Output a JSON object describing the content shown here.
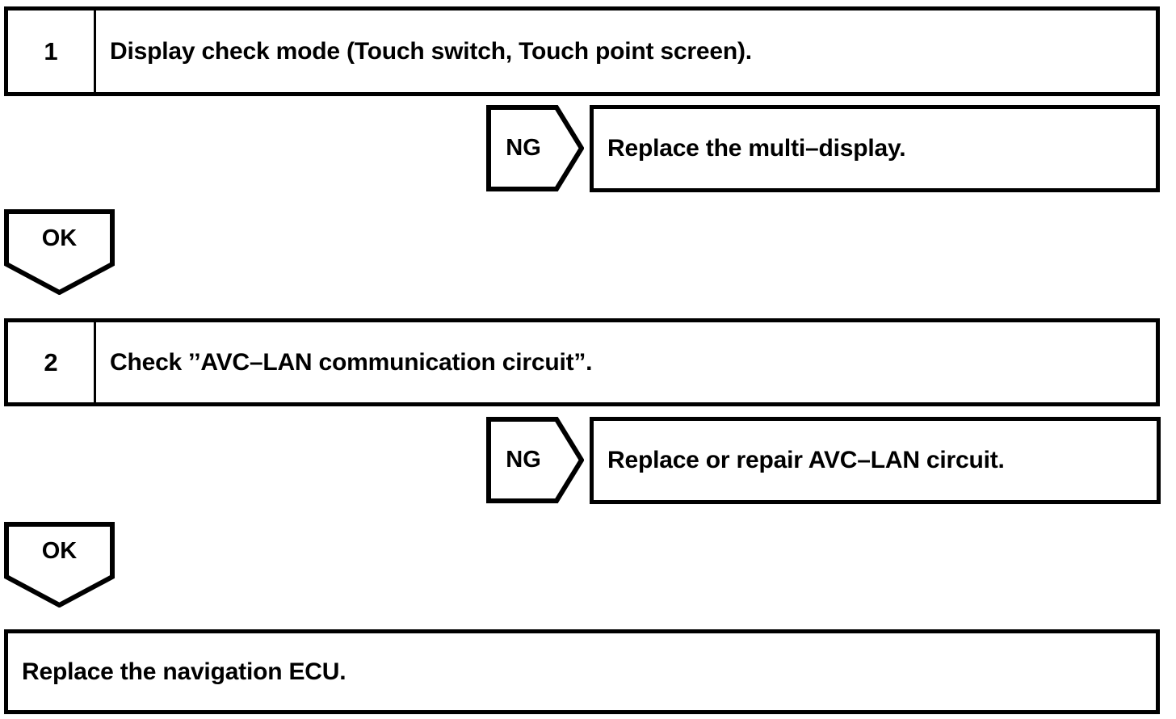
{
  "document": {
    "kind": "troubleshooting-flowchart",
    "title": "Display / AVC-LAN troubleshooting sequence"
  },
  "colors": {
    "background": "#ffffff",
    "line": "#000000",
    "text": "#000000"
  },
  "steps": [
    {
      "number": "1",
      "text": "Display check mode (Touch switch, Touch point screen)."
    },
    {
      "number": "2",
      "text": "Check ’’AVC–LAN communication circuit”."
    }
  ],
  "branches": [
    {
      "label": "NG",
      "result": "Replace the multi–display."
    },
    {
      "label": "NG",
      "result": "Replace or repair AVC–LAN circuit."
    }
  ],
  "connectors": [
    {
      "label": "OK"
    },
    {
      "label": "OK"
    }
  ],
  "final": {
    "text": "Replace the navigation ECU."
  }
}
